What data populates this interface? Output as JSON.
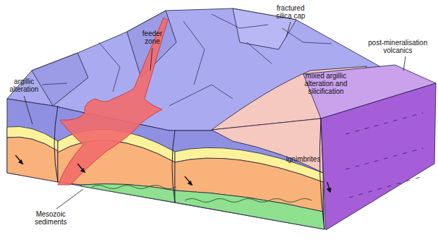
{
  "diagram": {
    "labels": [
      "fractured silica cap",
      "feeder zone",
      "post-mineralisation volcanics",
      "argillic alteration",
      "mixed argillic alteration and silicification",
      "ignimbrites",
      "Mesozoic sediments"
    ]
  }
}
